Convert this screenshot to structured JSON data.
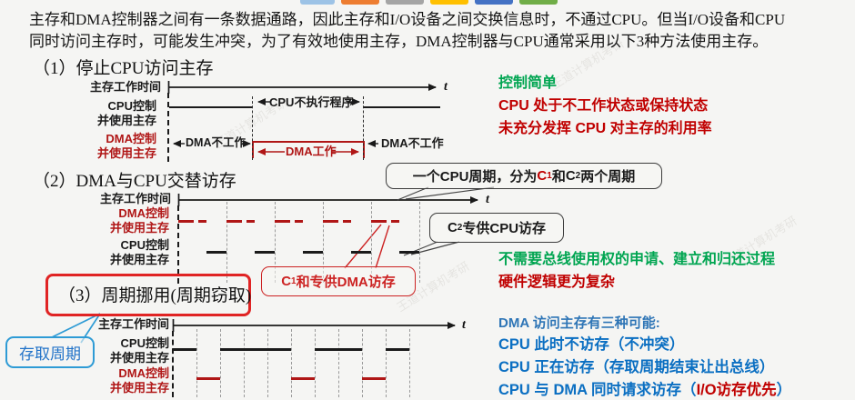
{
  "colors": {
    "note_green": "#00A551",
    "note_red": "#C00000",
    "note_blue": "#0B6FC2",
    "diagram_red": "#B01616",
    "callout_red": "#CC2222",
    "box_red": "#E02424",
    "callout_blue": "#2E9BD5"
  },
  "watermark": "王道计算机考研",
  "top_bars": {
    "colors": [
      "#9DC3E6",
      "#ED7D31",
      "#A5A5A5",
      "#FFC000",
      "#4472C4",
      "#70AD47"
    ]
  },
  "intro": {
    "line1": "主存和DMA控制器之间有一条数据通路，因此主存和I/O设备之间交换信息时，不通过CPU。但当I/O设备和CPU",
    "line2": "同时访问主存时，可能发生冲突，为了有效地使用主存，DMA控制器与CPU通常采用以下3种方法使用主存。"
  },
  "s1": {
    "title": "（1）停止CPU访问主存",
    "axis_label": "主存工作时间",
    "t": "t",
    "cpu_label_1": "CPU控制",
    "cpu_label_2": "并使用主存",
    "dma_label_1": "DMA控制",
    "dma_label_2": "并使用主存",
    "cpu_gap": "CPU不执行程序",
    "dma_idle_left": "DMA不工作",
    "dma_work": "DMA工作",
    "dma_idle_right": "DMA不工作",
    "note_1": "控制简单",
    "note_2": "CPU 处于不工作状态或保持状态",
    "note_3": "未充分发挥 CPU 对主存的利用率"
  },
  "s2": {
    "title": "（2）DMA与CPU交替访存",
    "axis_label": "主存工作时间",
    "t": "t",
    "dma_label_1": "DMA控制",
    "dma_label_2": "并使用主存",
    "cpu_label_1": "CPU控制",
    "cpu_label_2": "并使用主存",
    "callout_cycle": {
      "pre": "一个CPU周期，分为",
      "c1": "C",
      "c1_sub": "1",
      "mid": "和",
      "c2": "C",
      "c2_sub": "2",
      "post": "两个周期"
    },
    "callout_c2": {
      "base": "C",
      "sub": "2",
      "rest": "专供CPU访存"
    },
    "callout_c1": {
      "base": "C",
      "sub": "1",
      "rest": "和专供DMA访存"
    },
    "note_1": "不需要总线使用权的申请、建立和归还过程",
    "note_2": "硬件逻辑更为复杂"
  },
  "s3": {
    "title": "（3）周期挪用(周期窃取)",
    "access_cycle": "存取周期",
    "axis_label": "主存工作时间",
    "t": "t",
    "cpu_label_1": "CPU控制",
    "cpu_label_2": "并使用主存",
    "dma_label_1": "DMA控制",
    "dma_label_2": "并使用主存",
    "note_1": "DMA 访问主存有三种可能:",
    "note_2": "CPU 此时不访存（不冲突）",
    "note_3": "CPU 正在访存（存取周期结束让出总线）",
    "note_4_prefix": "CPU 与 DMA 同时请求访存（",
    "note_4_highlight": "I/O访存优先",
    "note_4_suffix": "）"
  }
}
